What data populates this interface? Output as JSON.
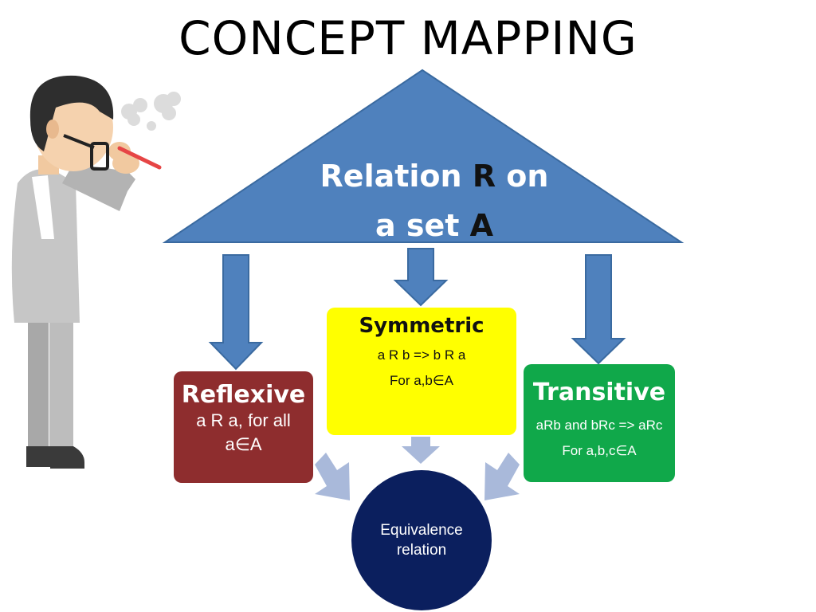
{
  "title": "CONCEPT MAPPING",
  "top_node": {
    "line1_pre": "Relation ",
    "line1_bold": "R",
    "line1_post": " on",
    "line2_pre": "a set ",
    "line2_bold": "A",
    "color": "#4f81bd"
  },
  "nodes": [
    {
      "id": "reflexive",
      "title": "Reflexive",
      "lines": [
        "a R a, for all",
        "a∈A"
      ],
      "color": "#8e2d2e"
    },
    {
      "id": "symmetric",
      "title": "Symmetric",
      "lines": [
        "a R b => b R a",
        "For a,b∈A"
      ],
      "color": "#ffff00"
    },
    {
      "id": "transitive",
      "title": "Transitive",
      "lines": [
        "aRb and bRc => aRc",
        "For a,b,c∈A"
      ],
      "color": "#10a84a"
    }
  ],
  "result_node": {
    "lines": [
      "Equivalence",
      "relation"
    ],
    "color": "#0b1f5e"
  },
  "icons": {
    "person": "thinking-person-icon"
  }
}
